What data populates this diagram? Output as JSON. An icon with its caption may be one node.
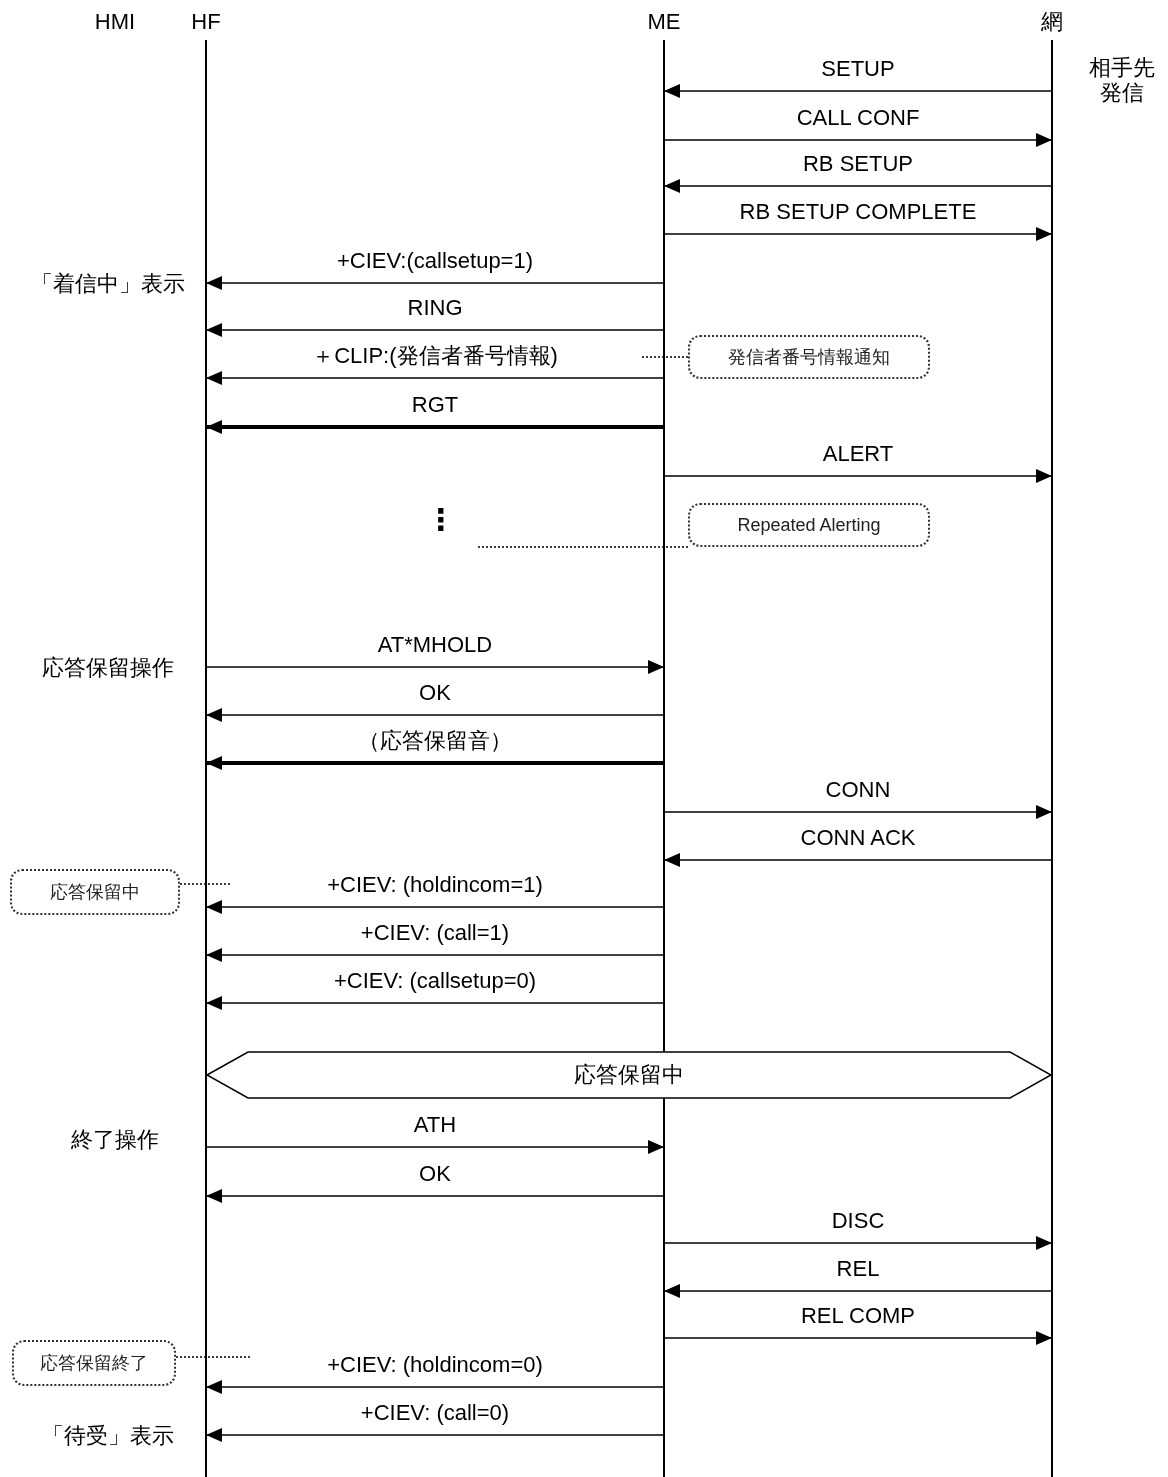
{
  "diagram": {
    "nodes": [
      {
        "text": [
          "HF"
        ]
      },
      {
        "text": [
          "ME"
        ]
      },
      {
        "text": [
          "網"
        ]
      },
      {
        "text": [
          "発信者番号情報通知"
        ]
      },
      {
        "text": [
          "⋮"
        ]
      },
      {
        "text": [
          "Repeated Alerting"
        ]
      },
      {
        "text": [
          "応答保留中"
        ]
      },
      {
        "text": [
          "応答保留中"
        ]
      },
      {
        "text": [
          "応答保留終了"
        ]
      }
    ],
    "edges": [
      {
        "from": 2,
        "to": 1,
        "arrow": "to",
        "label": "SETUP"
      },
      {
        "from": 1,
        "to": 2,
        "arrow": "to",
        "label": "CALL CONF"
      },
      {
        "from": 2,
        "to": 1,
        "arrow": "to",
        "label": "RB SETUP"
      },
      {
        "from": 1,
        "to": 2,
        "arrow": "to",
        "label": "RB SETUP COMPLETE"
      },
      {
        "from": 1,
        "to": 0,
        "arrow": "to",
        "label": "+CIEV:(callsetup=1)"
      },
      {
        "from": 1,
        "to": 0,
        "arrow": "to",
        "label": "RING"
      },
      {
        "from": 1,
        "to": 0,
        "arrow": "to",
        "label": "＋CLIP:(発信者番号情報)"
      },
      {
        "from": 1,
        "to": 0,
        "arrow": "to",
        "label": "RGT",
        "style": "thick"
      },
      {
        "from": 3,
        "to": null,
        "arrow": "none",
        "style": "dashed"
      },
      {
        "from": 1,
        "to": 2,
        "arrow": "to",
        "label": "ALERT"
      },
      {
        "from": 5,
        "to": 4,
        "arrow": "none",
        "style": "dashed"
      },
      {
        "from": 0,
        "to": 1,
        "arrow": "to",
        "label": "AT*MHOLD"
      },
      {
        "from": 1,
        "to": 0,
        "arrow": "to",
        "label": "OK"
      },
      {
        "from": 1,
        "to": 0,
        "arrow": "to",
        "label": "（応答保留音）",
        "style": "thick"
      },
      {
        "from": 1,
        "to": 2,
        "arrow": "to",
        "label": "CONN"
      },
      {
        "from": 2,
        "to": 1,
        "arrow": "to",
        "label": "CONN ACK"
      },
      {
        "from": 6,
        "to": null,
        "arrow": "none",
        "style": "dashed"
      },
      {
        "from": 1,
        "to": 0,
        "arrow": "to",
        "label": "+CIEV: (holdincom=1)"
      },
      {
        "from": 1,
        "to": 0,
        "arrow": "to",
        "label": "+CIEV: (call=1)"
      },
      {
        "from": 1,
        "to": 0,
        "arrow": "to",
        "label": "+CIEV: (callsetup=0)"
      },
      {
        "from": 0,
        "to": 1,
        "arrow": "to",
        "label": "ATH"
      },
      {
        "from": 1,
        "to": 0,
        "arrow": "to",
        "label": "OK"
      },
      {
        "from": 1,
        "to": 2,
        "arrow": "to",
        "label": "DISC"
      },
      {
        "from": 2,
        "to": 1,
        "arrow": "to",
        "label": "REL"
      },
      {
        "from": 1,
        "to": 2,
        "arrow": "to",
        "label": "REL COMP"
      },
      {
        "from": 8,
        "to": null,
        "arrow": "none",
        "style": "dashed"
      },
      {
        "from": 1,
        "to": 0,
        "arrow": "to",
        "label": "+CIEV: (holdincom=0)"
      },
      {
        "from": 1,
        "to": 0,
        "arrow": "to",
        "label": "+CIEV: (call=0)"
      }
    ],
    "labels": [
      "HMI",
      "相手先発信",
      "「着信中」表示",
      "応答保留操作",
      "終了操作",
      "「待受」表示"
    ]
  }
}
